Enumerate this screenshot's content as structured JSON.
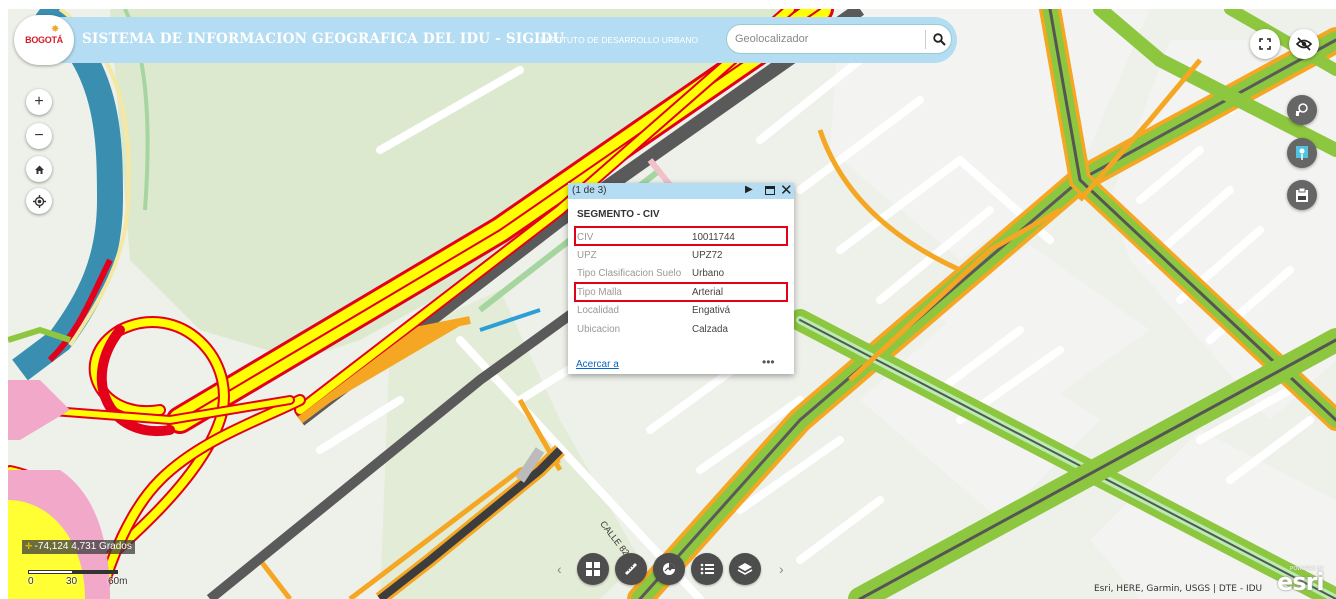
{
  "header": {
    "logo_text": "BOGOTÁ",
    "title": "SISTEMA DE INFORMACION GEOGRAFICA DEL IDU - SIGIDU",
    "subtitle": "INSTITUTO DE DESARROLLO URBANO",
    "search_placeholder": "Geolocalizador",
    "search_icon": "search-icon"
  },
  "top_right_buttons": [
    {
      "name": "fullscreen-button",
      "icon": "fullscreen-icon"
    },
    {
      "name": "hide-button",
      "icon": "eye-slash-icon"
    }
  ],
  "right_side_tools": [
    {
      "name": "identify-tool",
      "icon": "search-person-icon"
    },
    {
      "name": "location-tool",
      "icon": "map-pin-icon"
    },
    {
      "name": "print-tool",
      "icon": "clipboard-icon"
    }
  ],
  "left_controls": [
    {
      "name": "zoom-in-button",
      "glyph": "+"
    },
    {
      "name": "zoom-out-button",
      "glyph": "−"
    },
    {
      "name": "home-button",
      "glyph": "home"
    },
    {
      "name": "locate-button",
      "glyph": "locate"
    }
  ],
  "popup": {
    "count": "(1 de 3)",
    "title": "SEGMENTO - CIV",
    "attributes": [
      {
        "key": "CIV",
        "value": "10011744",
        "highlighted": true
      },
      {
        "key": "UPZ",
        "value": "UPZ72",
        "highlighted": false
      },
      {
        "key": "Tipo Clasificacion Suelo",
        "value": "Urbano",
        "highlighted": false
      },
      {
        "key": "Tipo Malla",
        "value": "Arterial",
        "highlighted": true
      },
      {
        "key": "Localidad",
        "value": "Engativá",
        "highlighted": false
      },
      {
        "key": "Ubicacion",
        "value": "Calzada",
        "highlighted": false
      }
    ],
    "zoom_link": "Acercar a",
    "more": "•••",
    "highlight_color": "#e2001a"
  },
  "map": {
    "coords": "-74,124 4,731 Grados",
    "scale_labels": [
      "0",
      "30",
      "60m"
    ],
    "street_label": "CALLE 82",
    "attribution": "Esri, HERE, Garmin, USGS | DTE - IDU",
    "esri_logo": "esri",
    "powered_by": "POWERED BY"
  },
  "bottom_toolbar": [
    {
      "name": "basemap-gallery-button",
      "icon": "grid-icon"
    },
    {
      "name": "measure-button",
      "icon": "ruler-icon"
    },
    {
      "name": "analysis-button",
      "icon": "chart-tool-icon"
    },
    {
      "name": "list-button",
      "icon": "list-icon"
    },
    {
      "name": "layers-button",
      "icon": "layers-icon"
    }
  ],
  "colors": {
    "header_bg": "#b4dcf2",
    "arterial_road": "#ffff00",
    "arterial_border": "#e2001a",
    "local_road_border": "#f5a623",
    "green_road": "#8dc63f",
    "river": "#3a8fb0",
    "roadway_dark": "#5a5a5a"
  }
}
